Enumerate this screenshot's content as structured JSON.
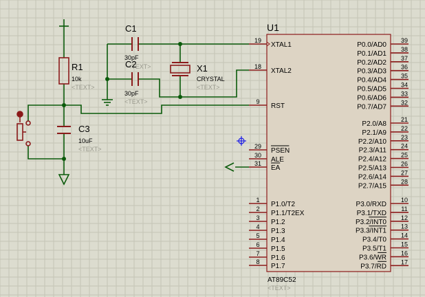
{
  "colors": {
    "background": "#dcdccf",
    "grid": "#c4c4b6",
    "wire": "#0a5a0a",
    "pin": "#8b1a1a",
    "body": "#ddd4c4",
    "outline": "#8b1a1a",
    "text": "#000000",
    "hidden_text": "#9a9a8e",
    "junction": "#0a5a0a",
    "origin_marker": "#1a1ae6"
  },
  "chip": {
    "ref": "U1",
    "part": "AT89C52",
    "part_text": "<TEXT>",
    "left_pins": [
      {
        "num": "19",
        "name": "XTAL1"
      },
      {
        "num": "18",
        "name": "XTAL2"
      },
      {
        "num": "9",
        "name": "RST"
      },
      {
        "num": "29",
        "name": "PSEN"
      },
      {
        "num": "30",
        "name": "ALE"
      },
      {
        "num": "31",
        "name": "EA"
      },
      {
        "num": "1",
        "name": "P1.0/T2"
      },
      {
        "num": "2",
        "name": "P1.1/T2EX"
      },
      {
        "num": "3",
        "name": "P1.2"
      },
      {
        "num": "4",
        "name": "P1.3"
      },
      {
        "num": "5",
        "name": "P1.4"
      },
      {
        "num": "6",
        "name": "P1.5"
      },
      {
        "num": "7",
        "name": "P1.6"
      },
      {
        "num": "8",
        "name": "P1.7"
      }
    ],
    "right_pins": [
      {
        "num": "39",
        "name": "P0.0/AD0"
      },
      {
        "num": "38",
        "name": "P0.1/AD1"
      },
      {
        "num": "37",
        "name": "P0.2/AD2"
      },
      {
        "num": "36",
        "name": "P0.3/AD3"
      },
      {
        "num": "35",
        "name": "P0.4/AD4"
      },
      {
        "num": "34",
        "name": "P0.5/AD5"
      },
      {
        "num": "33",
        "name": "P0.6/AD6"
      },
      {
        "num": "32",
        "name": "P0.7/AD7"
      },
      {
        "num": "21",
        "name": "P2.0/A8"
      },
      {
        "num": "22",
        "name": "P2.1/A9"
      },
      {
        "num": "23",
        "name": "P2.2/A10"
      },
      {
        "num": "24",
        "name": "P2.3/A11"
      },
      {
        "num": "25",
        "name": "P2.4/A12"
      },
      {
        "num": "26",
        "name": "P2.5/A13"
      },
      {
        "num": "27",
        "name": "P2.6/A14"
      },
      {
        "num": "28",
        "name": "P2.7/A15"
      },
      {
        "num": "10",
        "name": "P3.0/RXD"
      },
      {
        "num": "11",
        "name": "P3.1/TXD"
      },
      {
        "num": "12",
        "name": "P3.2/INT0"
      },
      {
        "num": "13",
        "name": "P3.3/INT1"
      },
      {
        "num": "14",
        "name": "P3.4/T0"
      },
      {
        "num": "15",
        "name": "P3.5/T1"
      },
      {
        "num": "16",
        "name": "P3.6/WR"
      },
      {
        "num": "17",
        "name": "P3.7/RD"
      }
    ]
  },
  "components": {
    "c1": {
      "ref": "C1",
      "value": "30pF",
      "text": "<TEXT>"
    },
    "c2": {
      "ref": "C2",
      "value": "30pF",
      "text": "<TEXT>"
    },
    "c3": {
      "ref": "C3",
      "value": "10uF",
      "text": "<TEXT>"
    },
    "r1": {
      "ref": "R1",
      "value": "10k",
      "text": "<TEXT>"
    },
    "x1": {
      "ref": "X1",
      "value": "CRYSTAL",
      "text": "<TEXT>"
    }
  }
}
